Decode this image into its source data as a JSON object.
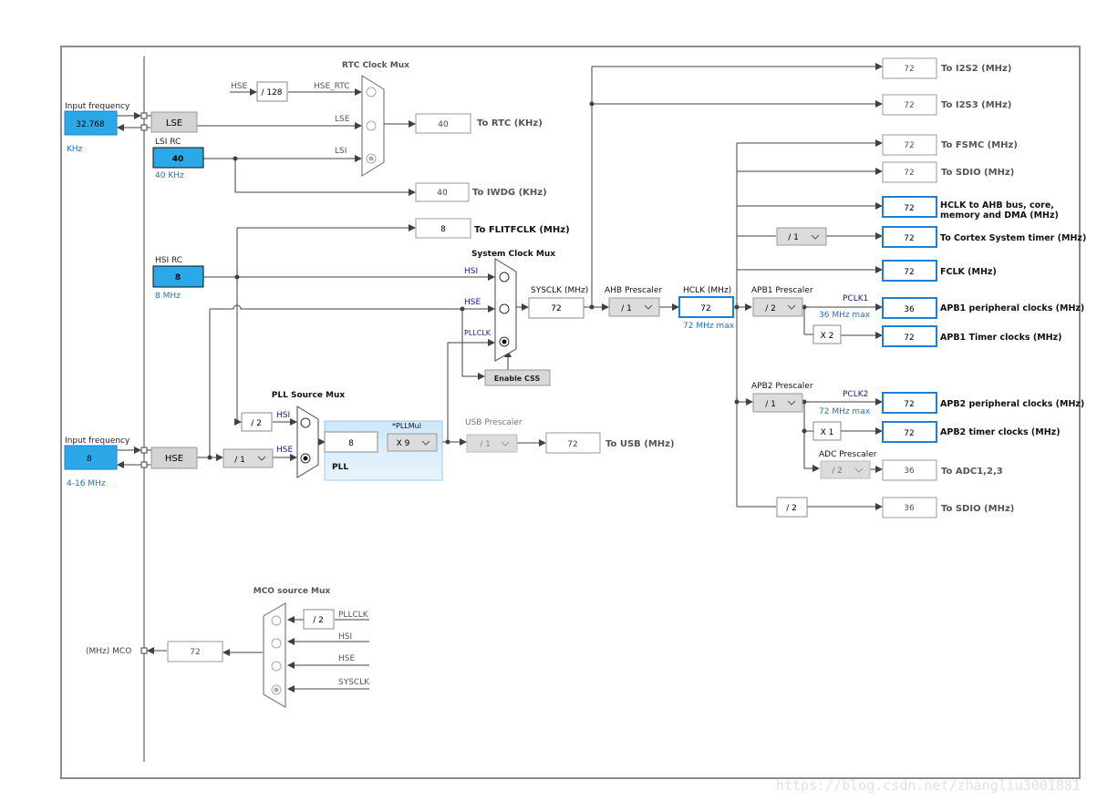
{
  "labels": {
    "input_freq_lse": "Input frequency",
    "khz_unit": "KHz",
    "lsi_rc": "LSI RC",
    "lsi_khz": "40 KHz",
    "hsi_rc": "HSI RC",
    "hsi_mhz": "8 MHz",
    "input_freq_hse": "Input frequency",
    "hse_range": "4-16 MHz",
    "rtc_mux_title": "RTC Clock Mux",
    "sys_mux_title": "System Clock Mux",
    "pll_src_mux_title": "PLL Source Mux",
    "mco_mux_title": "MCO source Mux",
    "usb_prescaler": "USB Prescaler",
    "ahb_prescaler": "AHB Prescaler",
    "apb1_prescaler": "APB1 Prescaler",
    "apb2_prescaler": "APB2 Prescaler",
    "adc_prescaler": "ADC Prescaler",
    "sysclk_mhz": "SYSCLK (MHz)",
    "hclk_mhz": "HCLK (MHz)",
    "hclk_max": "72 MHz max",
    "pclk1": "PCLK1",
    "pclk1_max": "36 MHz max",
    "pclk2": "PCLK2",
    "pclk2_max": "72 MHz max",
    "pll_label": "PLL",
    "pllmul_label": "*PLLMul",
    "hse_a": "HSE",
    "hse_rtc": "HSE_RTC",
    "lse_in": "LSE",
    "lsi_in": "LSI",
    "hsi_sys": "HSI",
    "hse_sys": "HSE",
    "pllclk_sys": "PLLCLK",
    "hsi_pll": "HSI",
    "hse_pll": "HSE",
    "mco_pllclk": "PLLCLK",
    "mco_hsi": "HSI",
    "mco_hse": "HSE",
    "mco_sysclk": "SYSCLK",
    "mco_out": "(MHz) MCO"
  },
  "boxes": {
    "lse_input": "32.768",
    "lse_block": "LSE",
    "lsi_value": "40",
    "hsi_value": "8",
    "hse_input": "8",
    "hse_block": "HSE",
    "rtc_out": "40",
    "iwdg_out": "40",
    "flit_out": "8",
    "sysclk": "72",
    "hclk": "72",
    "pll_in": "8",
    "usb_out": "72",
    "mco_out": "72",
    "i2s2": "72",
    "i2s3": "72",
    "fsmc": "72",
    "sdio1": "72",
    "hclk_ahb": "72",
    "cortex": "72",
    "fclk": "72",
    "apb1_periph": "36",
    "apb1_timer": "72",
    "apb2_periph": "72",
    "apb2_timer": "72",
    "adc": "36",
    "sdio2": "36",
    "enable_css": "Enable CSS"
  },
  "dividers": {
    "hse_div128": "/ 128",
    "pll_div2": "/ 2",
    "mco_div2": "/ 2",
    "sdio_div2": "/ 2",
    "apb1_x2": "X 2",
    "apb2_x1": "X 1"
  },
  "selects": {
    "hse_prediv": "/ 1",
    "pllmul": "X 9",
    "usb_prescaler": "/ 1",
    "ahb_prescaler": "/ 1",
    "cortex_div": "/ 1",
    "apb1_prescaler": "/ 2",
    "apb2_prescaler": "/ 1",
    "adc_prescaler": "/ 2"
  },
  "outputs": {
    "i2s2": "To I2S2 (MHz)",
    "i2s3": "To I2S3 (MHz)",
    "fsmc": "To FSMC (MHz)",
    "sdio1": "To SDIO (MHz)",
    "hclk_ahb_1": "HCLK to AHB bus, core,",
    "hclk_ahb_2": "memory and DMA (MHz)",
    "cortex": "To Cortex System timer (MHz)",
    "fclk": "FCLK (MHz)",
    "apb1_periph": "APB1 peripheral clocks (MHz)",
    "apb1_timer": "APB1 Timer clocks (MHz)",
    "apb2_periph": "APB2 peripheral clocks (MHz)",
    "apb2_timer": "APB2 timer clocks (MHz)",
    "adc": "To ADC1,2,3",
    "sdio2": "To SDIO (MHz)",
    "rtc": "To RTC (KHz)",
    "iwdg": "To IWDG (KHz)",
    "flit": "To FLITFCLK (MHz)",
    "usb": "To USB (MHz)"
  },
  "watermark": "https://blog.csdn.net/zhangliu3001881",
  "colors": {
    "input_blue": "#2aa8e8",
    "active_border": "#1e7fd8",
    "label_blue": "#1e6fd0",
    "dark_blue": "#1a1a8c",
    "line": "#404040",
    "gray_box": "#d4d4d4",
    "frame": "#8c8c8c"
  }
}
